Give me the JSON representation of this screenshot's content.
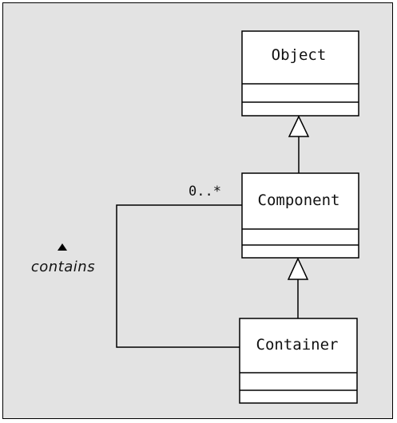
{
  "diagram": {
    "classes": [
      {
        "id": "object",
        "name": "Object"
      },
      {
        "id": "component",
        "name": "Component"
      },
      {
        "id": "container",
        "name": "Container"
      }
    ],
    "generalizations": [
      {
        "child": "component",
        "parent": "object"
      },
      {
        "child": "container",
        "parent": "component"
      }
    ],
    "association": {
      "name": "contains",
      "from": "container",
      "to": "component",
      "multiplicity_at_component": "0..*"
    }
  },
  "colors": {
    "background": "#e3e3e3",
    "box_fill": "#ffffff",
    "line": "#000000"
  }
}
